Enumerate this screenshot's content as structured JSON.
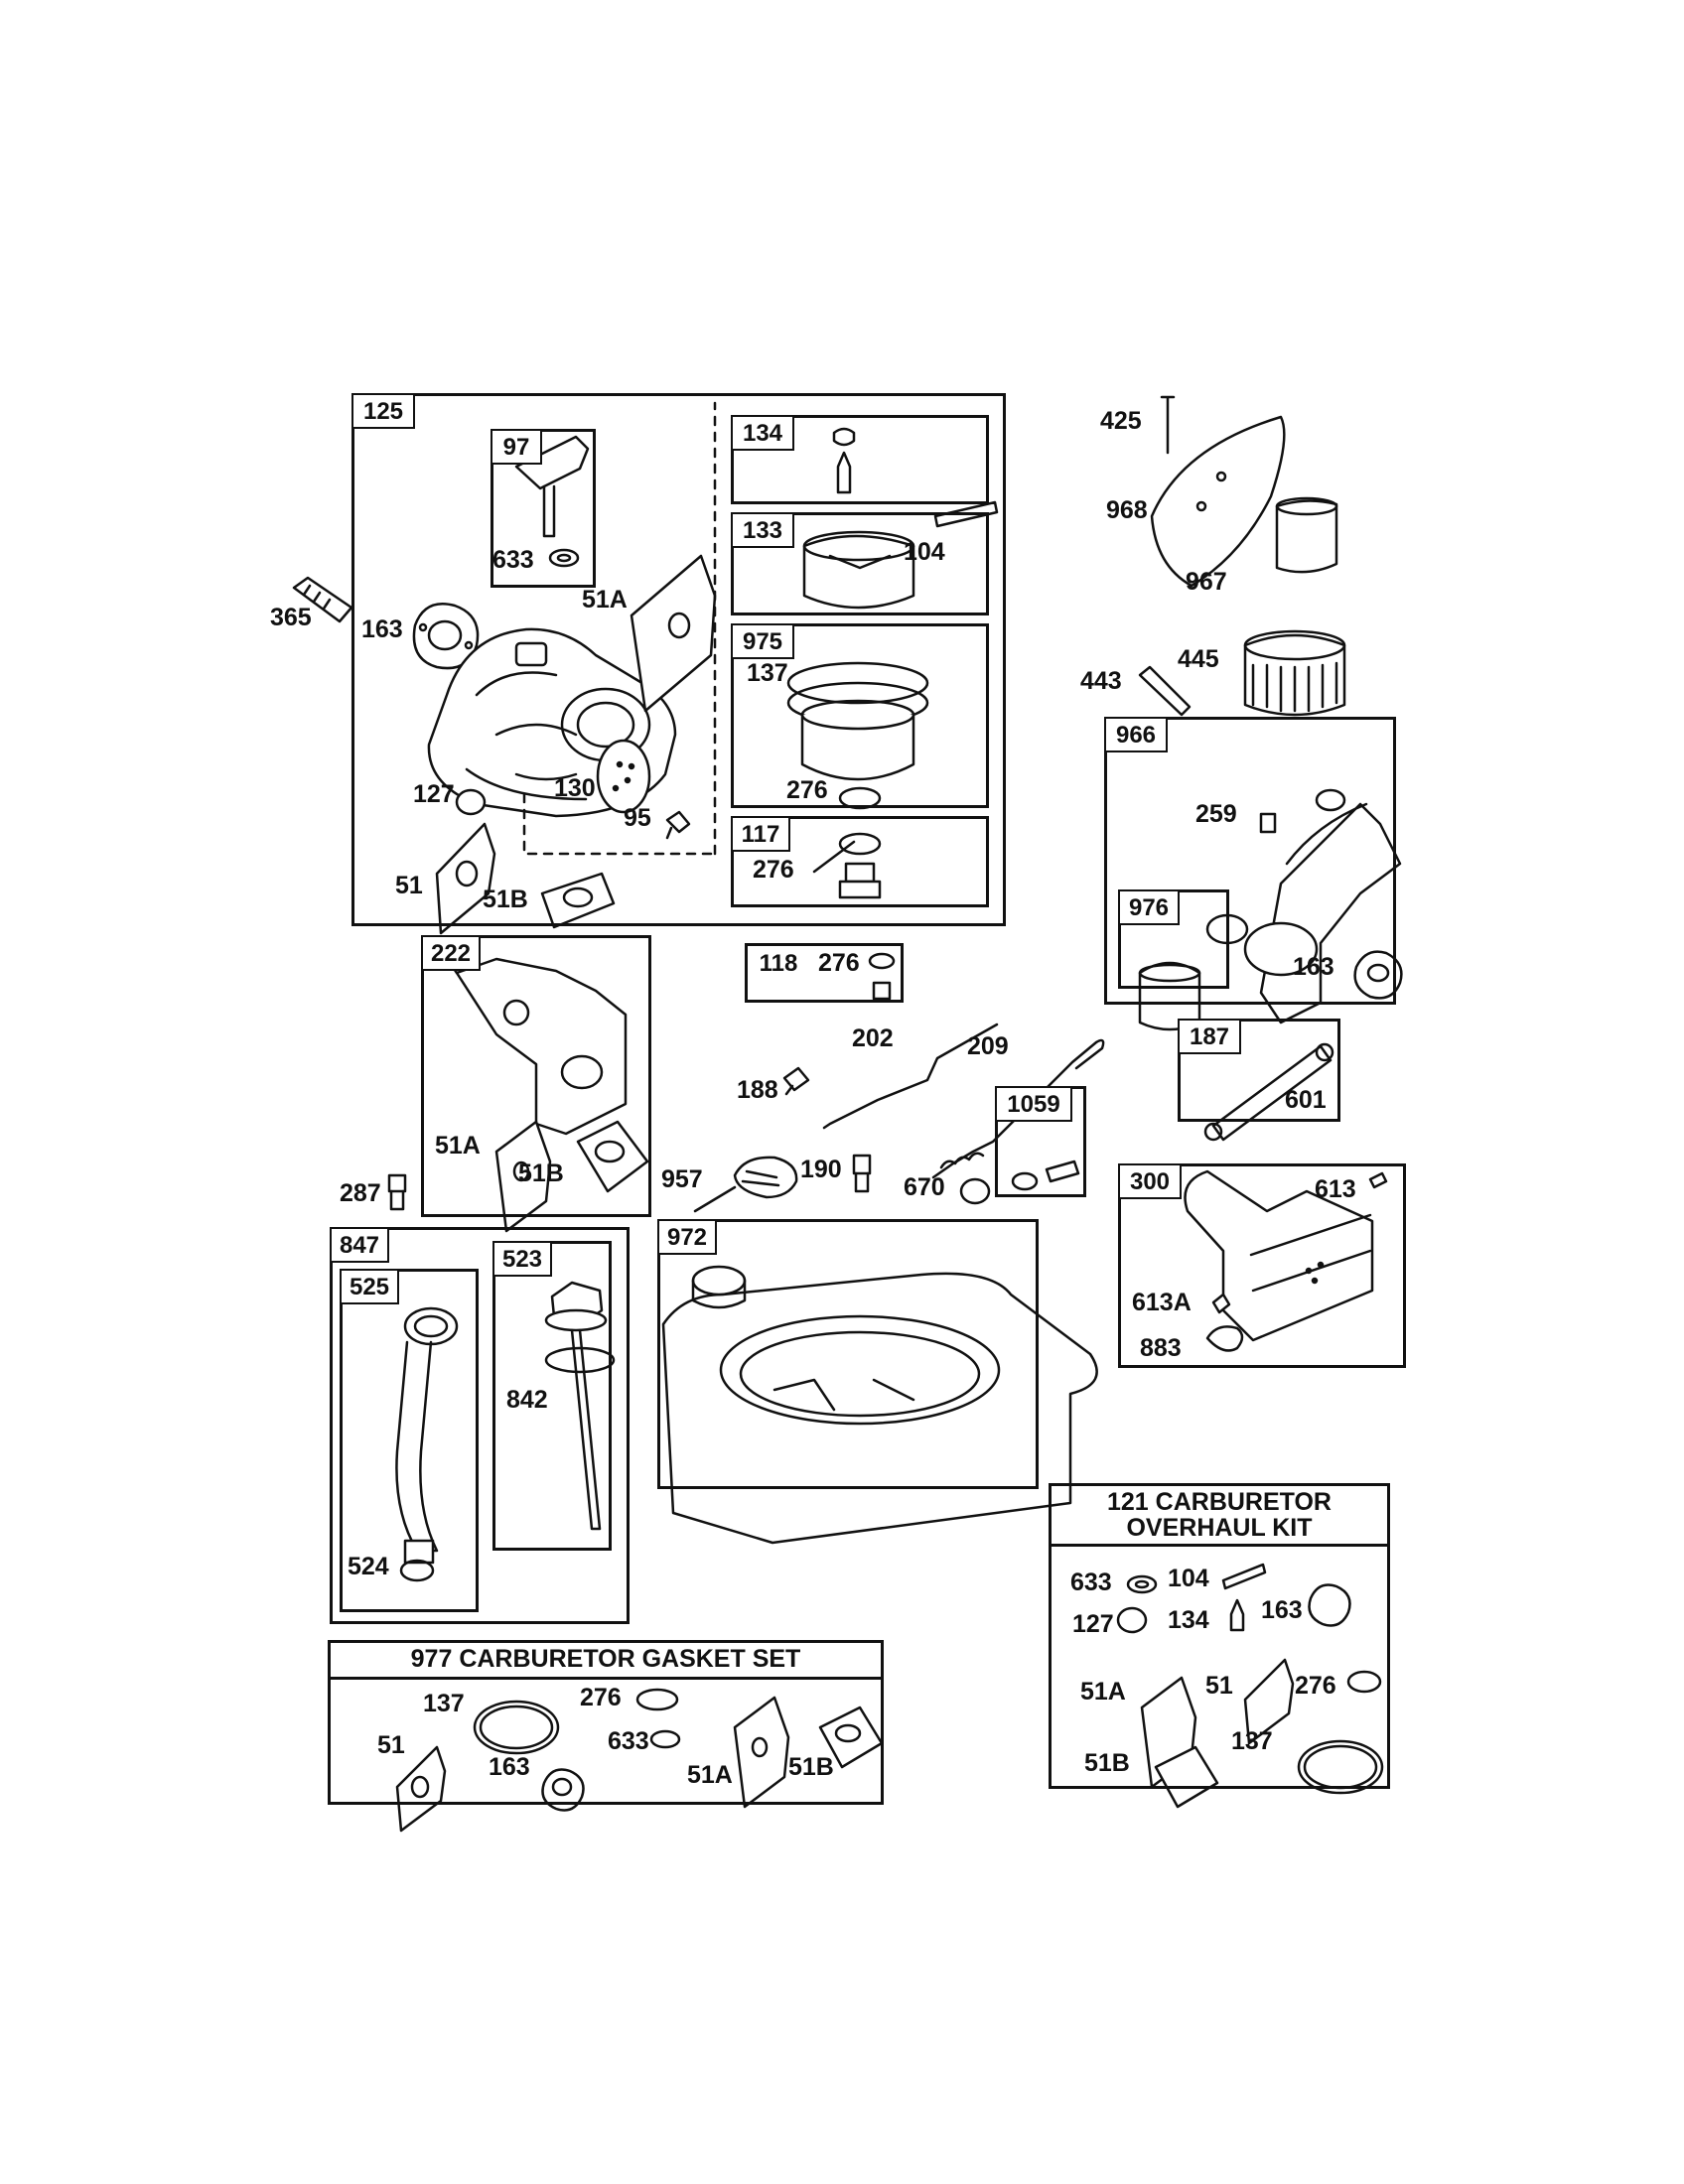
{
  "boxes": {
    "b125": "125",
    "b97": "97",
    "b134": "134",
    "b133": "133",
    "b975": "975",
    "b117": "117",
    "b222": "222",
    "b118": "118",
    "b966": "966",
    "b976": "976",
    "b187": "187",
    "b1059": "1059",
    "b300": "300",
    "b847": "847",
    "b525": "525",
    "b523": "523",
    "b972": "972"
  },
  "labels": {
    "l365": "365",
    "l163a": "163",
    "l633a": "633",
    "l51Aa": "51A",
    "l127a": "127",
    "l130": "130",
    "l95": "95",
    "l51a": "51",
    "l51Ba": "51B",
    "l104a": "104",
    "l137a": "137",
    "l276a": "276",
    "l276b": "276",
    "l425": "425",
    "l968": "968",
    "l967": "967",
    "l443": "443",
    "l445": "445",
    "l259": "259",
    "l163b": "163",
    "l51Ab": "51A",
    "l51Bb": "51B",
    "l276c": "276",
    "l202": "202",
    "l209": "209",
    "l188": "188",
    "l601": "601",
    "l287": "287",
    "l957": "957",
    "l190": "190",
    "l670": "670",
    "l613": "613",
    "l613A": "613A",
    "l883": "883",
    "l842": "842",
    "l524": "524",
    "g137": "137",
    "g276": "276",
    "g51": "51",
    "g163": "163",
    "g633": "633",
    "g51A": "51A",
    "g51B": "51B",
    "k633": "633",
    "k104": "104",
    "k127": "127",
    "k134": "134",
    "k163": "163",
    "k51A": "51A",
    "k51": "51",
    "k276": "276",
    "k51B": "51B",
    "k137": "137"
  },
  "kits": {
    "gasket_set": "977 CARBURETOR  GASKET SET",
    "overhaul_line1": "121 CARBURETOR",
    "overhaul_line2": "OVERHAUL KIT"
  }
}
